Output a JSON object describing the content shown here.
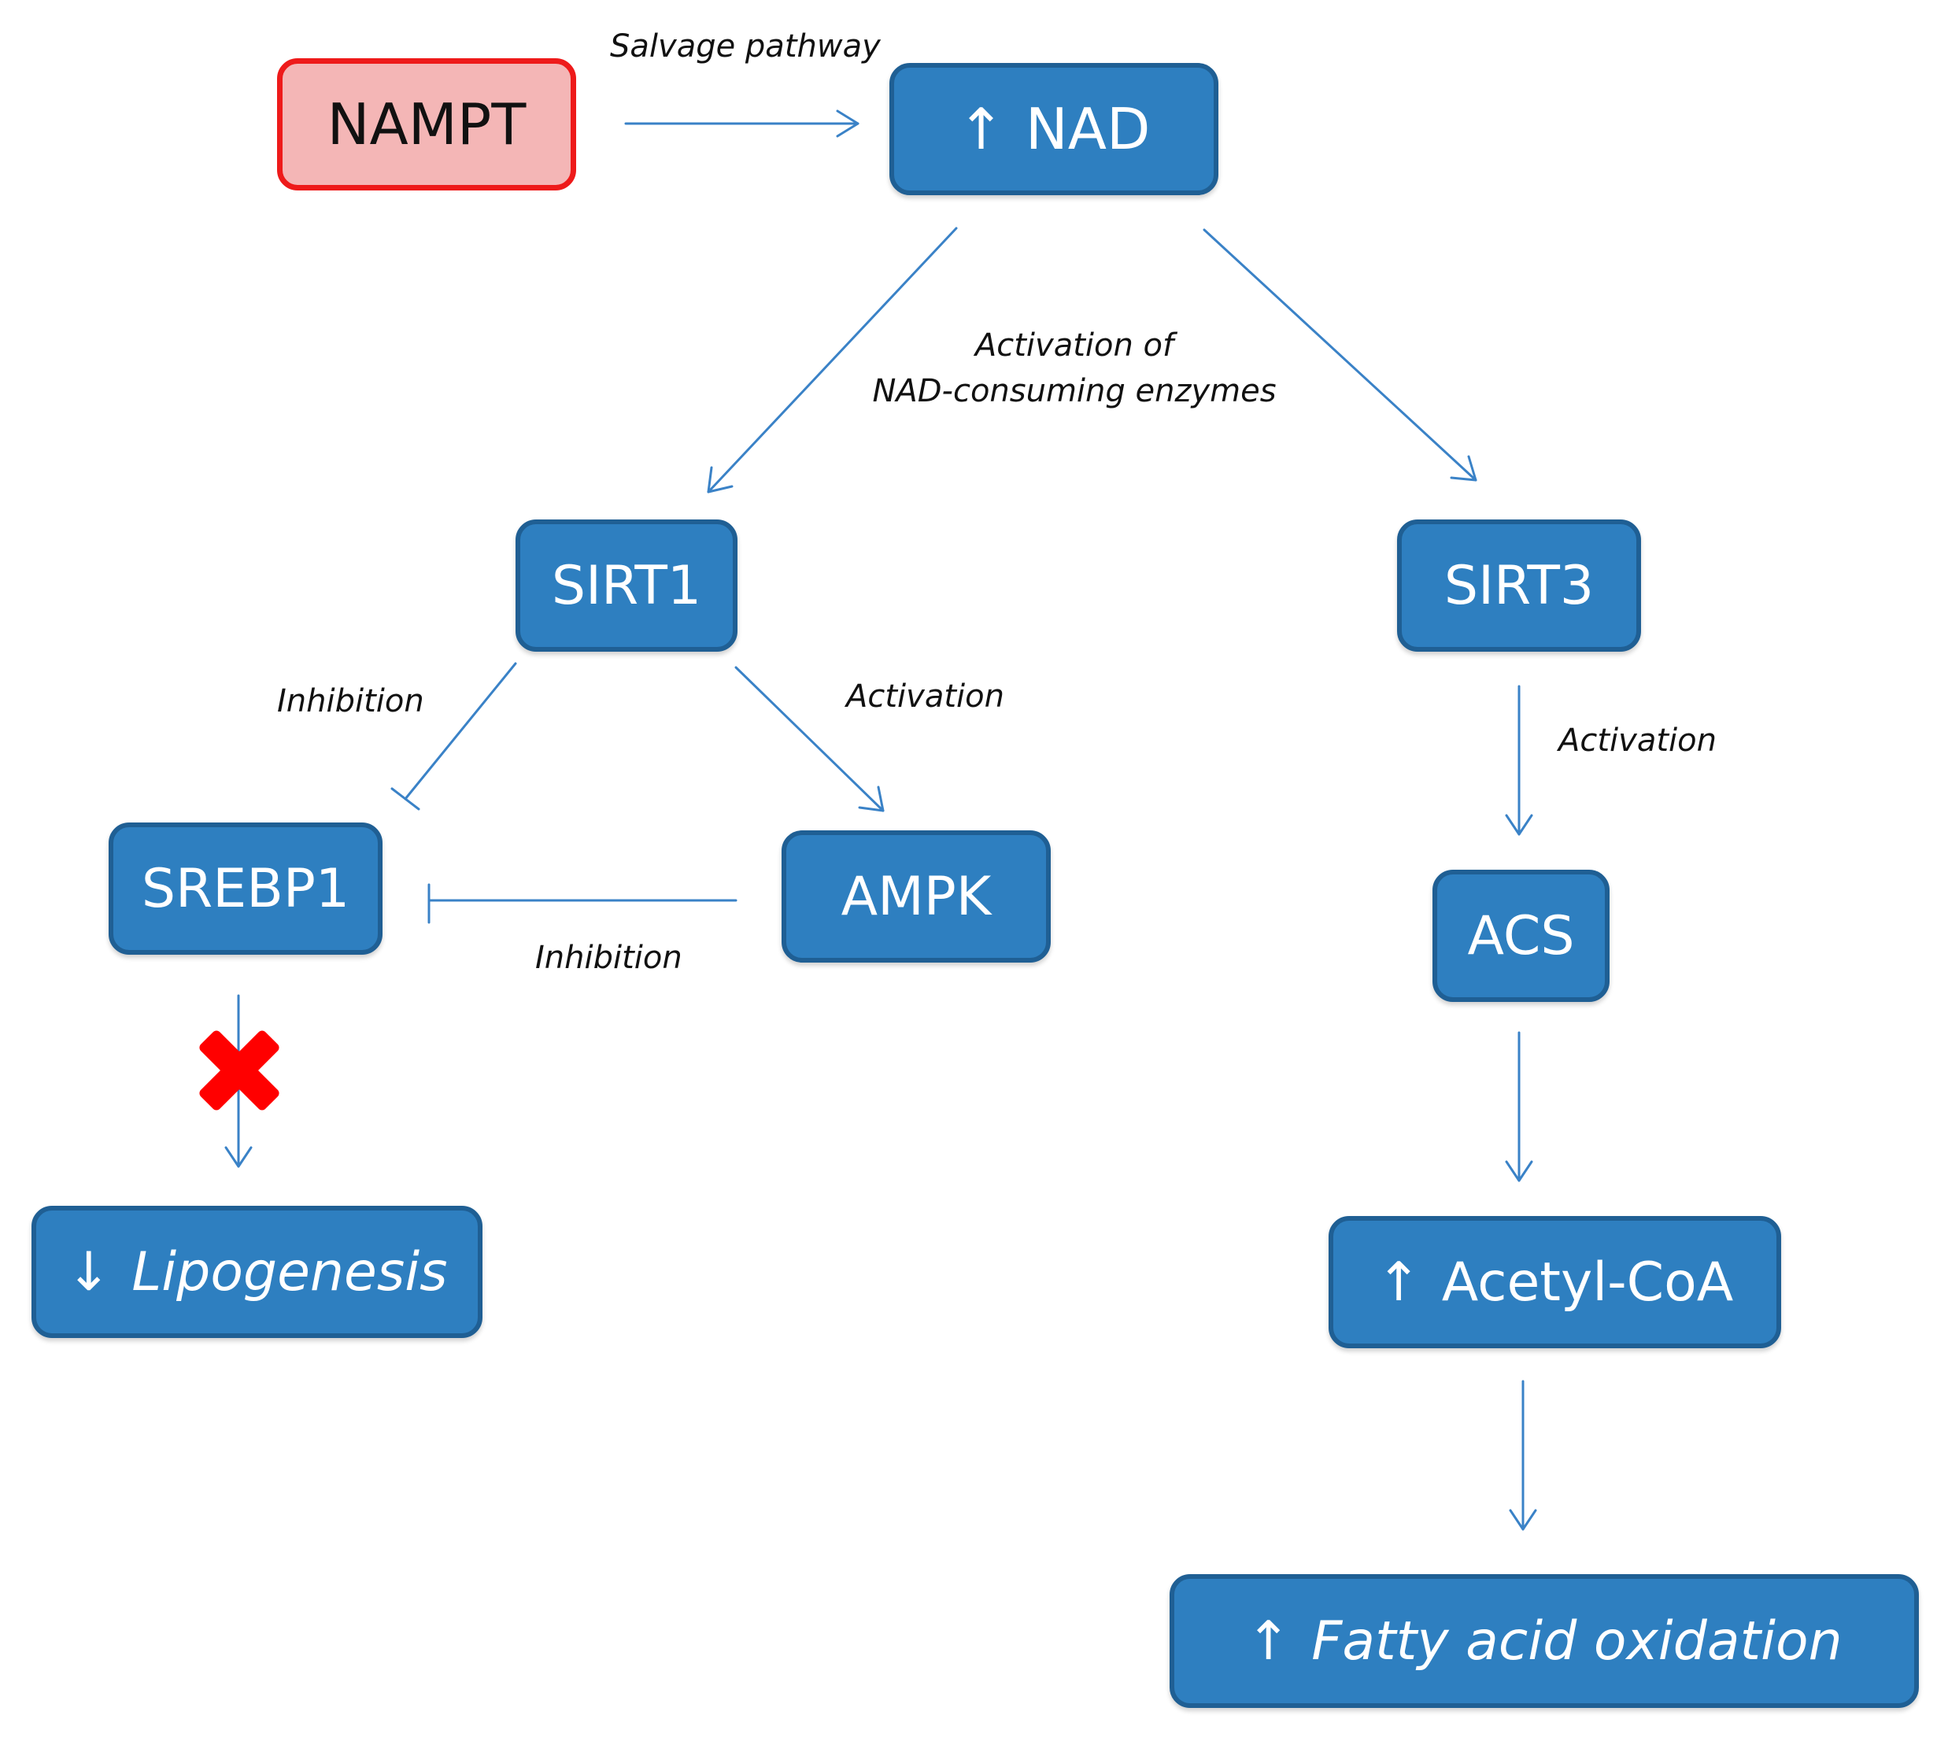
{
  "nodes": {
    "nampt": {
      "text": "NAMPT"
    },
    "nad": {
      "arrow": "↑",
      "text": "NAD"
    },
    "sirt1": {
      "text": "SIRT1"
    },
    "sirt3": {
      "text": "SIRT3"
    },
    "srebp1": {
      "text": "SREBP1"
    },
    "ampk": {
      "text": "AMPK"
    },
    "acs": {
      "text": "ACS"
    },
    "lipogenesis": {
      "arrow": "↓",
      "text": "Lipogenesis"
    },
    "acetylcoa": {
      "arrow": "↑",
      "text": "Acetyl-CoA"
    },
    "fao": {
      "arrow": "↑",
      "text": "Fatty acid oxidation"
    }
  },
  "labels": {
    "salvage": "Salvage pathway",
    "activation_line1": "Activation of",
    "activation_line2": "NAD-consuming enzymes",
    "inhibition_srebp1": "Inhibition",
    "activation_ampk": "Activation",
    "inhibition_ampk": "Inhibition",
    "activation_acs": "Activation"
  },
  "colors": {
    "node_fill": "#2e7fc0",
    "node_border": "#1f5f94",
    "nampt_fill": "#f4b6b6",
    "nampt_border": "#ee1a1a",
    "connector": "#3a82c7",
    "block_mark": "#ff0000"
  },
  "icons": {
    "blocked": "red-x-icon"
  }
}
